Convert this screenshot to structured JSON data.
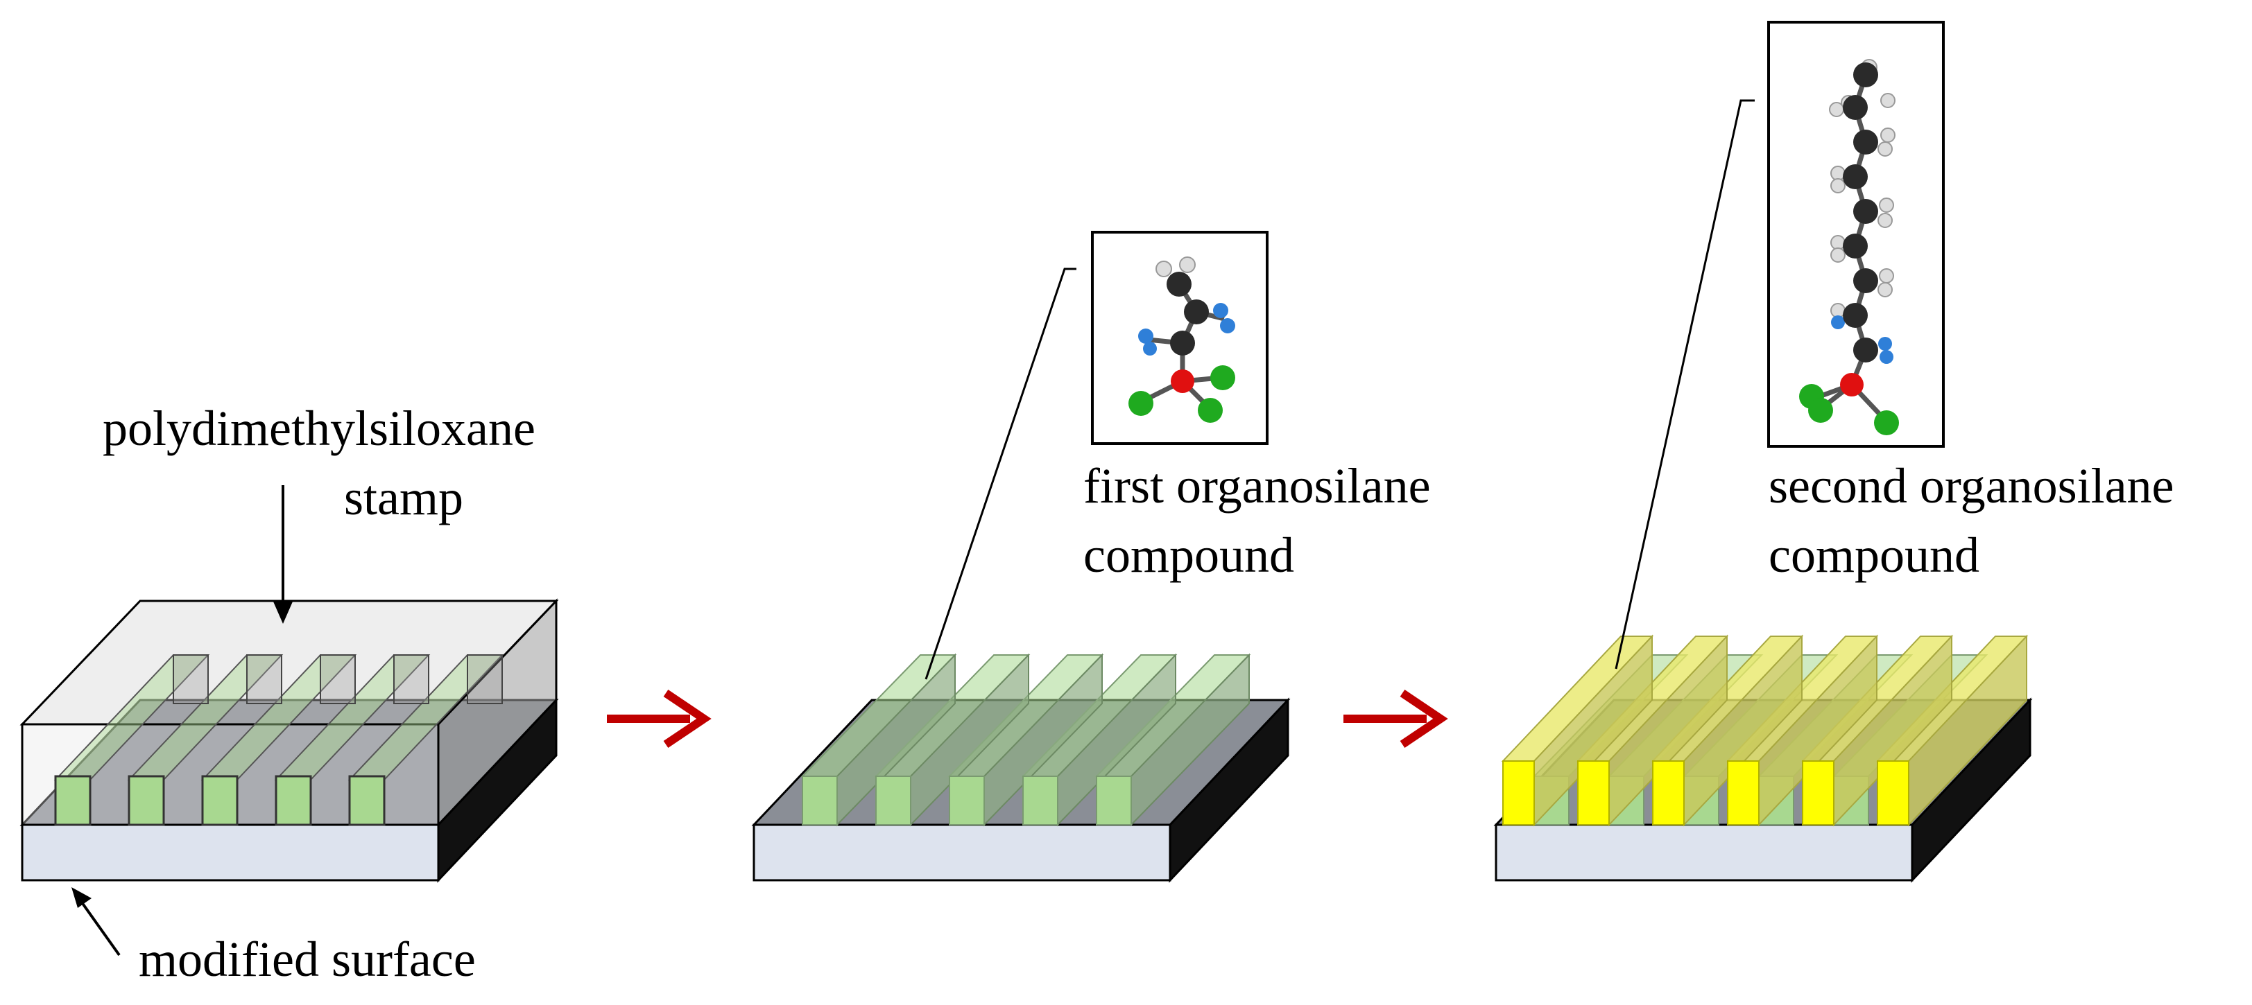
{
  "labels": {
    "stamp_line1": "polydimethylsiloxane",
    "stamp_line2": "stamp",
    "surface": "modified surface",
    "first_line1": "first organosilane",
    "first_line2": "compound",
    "second_line1": "second organosilane",
    "second_line2": "compound"
  },
  "colors": {
    "substrate_front": "#dde3ee",
    "substrate_top": "#8a8e96",
    "substrate_side": "#111111",
    "first_compound": "#a8d890",
    "second_compound": "#ffff00",
    "stamp": "#bfbfbf",
    "arrow": "#c00000",
    "atom_carbon": "#2a2a2a",
    "atom_hydrogen": "#dddddd",
    "atom_nitrogen": "#2f7fd8",
    "atom_silicon": "#e01010",
    "atom_chlorine": "#1faa1f"
  },
  "icons": [
    "arrow-right-icon",
    "arrow-right-icon",
    "molecule-icon",
    "molecule-icon"
  ]
}
